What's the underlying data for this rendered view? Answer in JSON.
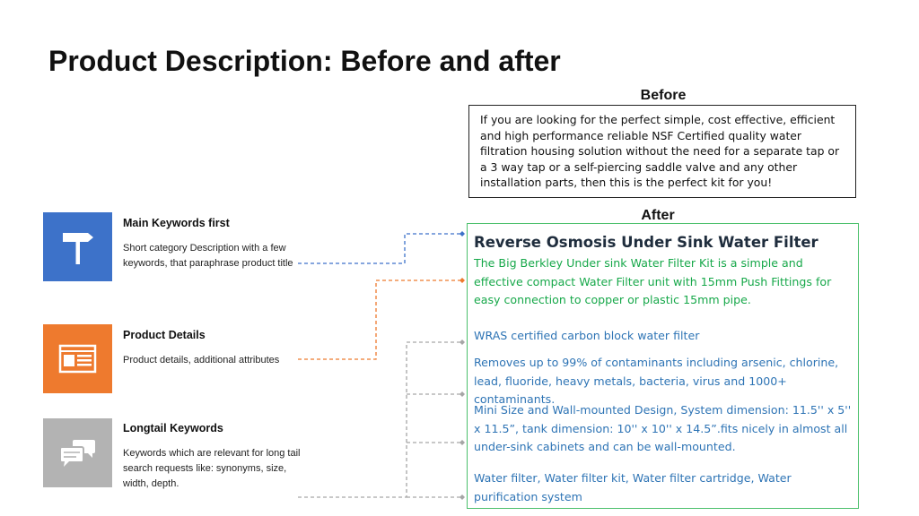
{
  "slide": {
    "title": "Product Description: Before and after"
  },
  "before": {
    "label": "Before",
    "text": "If you are looking for the perfect simple, cost effective, efficient and high performance reliable NSF Certified quality water filtration housing solution without the need for a separate tap or a 3 way tap or a self-piercing saddle valve and any other installation parts, then this is the perfect kit for you!"
  },
  "after": {
    "label": "After",
    "heading": "Reverse Osmosis Under Sink Water Filter",
    "intro": "The Big Berkley Under sink Water Filter Kit is a simple and effective compact Water Filter unit with 15mm Push Fittings for easy connection to copper or plastic 15mm pipe.",
    "detail_1": "WRAS certified carbon block water filter",
    "detail_2": "Removes up to 99% of contaminants including arsenic, chlorine, lead, fluoride, heavy metals, bacteria, virus and 1000+ contaminants.",
    "detail_3": "Mini Size and Wall-mounted Design, System dimension: 11.5'' x 5'' x 11.5”, tank dimension: 10'' x 10'' x 14.5”.fits nicely in almost all under-sink cabinets and can be wall-mounted.",
    "keywords": "Water filter, Water filter kit, Water filter cartridge, Water purification system"
  },
  "legend": [
    {
      "title": "Main Keywords first",
      "desc": "Short category Description with a few keywords, that paraphrase product title",
      "icon": "signpost-icon",
      "color": "#3d72c9"
    },
    {
      "title": "Product Details",
      "desc": "Product details, additional attributes",
      "icon": "browser-window-icon",
      "color": "#ee7a2e"
    },
    {
      "title": "Longtail Keywords",
      "desc": "Keywords which are relevant for long tail search requests like: synonyms, size, width, depth.",
      "icon": "chat-bubbles-icon",
      "color": "#b3b3b3"
    }
  ],
  "colors": {
    "intro_text": "#17a84a",
    "detail_text": "#2e74b5",
    "after_border": "#4cc06c"
  }
}
